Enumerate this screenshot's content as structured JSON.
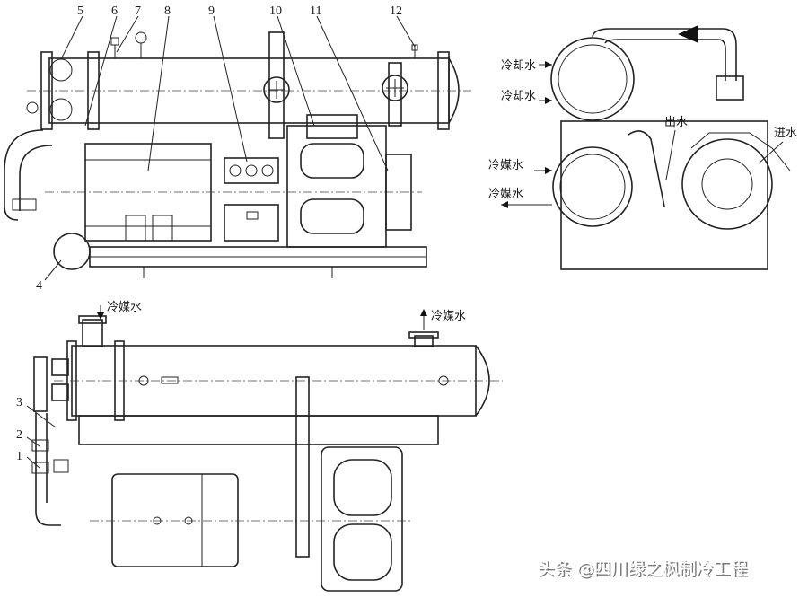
{
  "callouts": {
    "n1": "1",
    "n2": "2",
    "n3": "3",
    "n4": "4",
    "n5": "5",
    "n6": "6",
    "n7": "7",
    "n8": "8",
    "n9": "9",
    "n10": "10",
    "n11": "11",
    "n12": "12"
  },
  "side_view": {
    "cooling_water_1": "冷却水",
    "cooling_water_2": "冷却水",
    "water_out": "出水",
    "water_in": "进水",
    "chilled_water_1": "冷媒水",
    "chilled_water_2": "冷媒水"
  },
  "plan_view": {
    "chilled_water_down": "冷媒水",
    "chilled_water_up": "冷媒水"
  },
  "watermark": "头条 @四川绿之枫制冷工程",
  "colors": {
    "line": "#222222",
    "background": "#ffffff",
    "watermark_shadow": "#7a7a7a"
  }
}
